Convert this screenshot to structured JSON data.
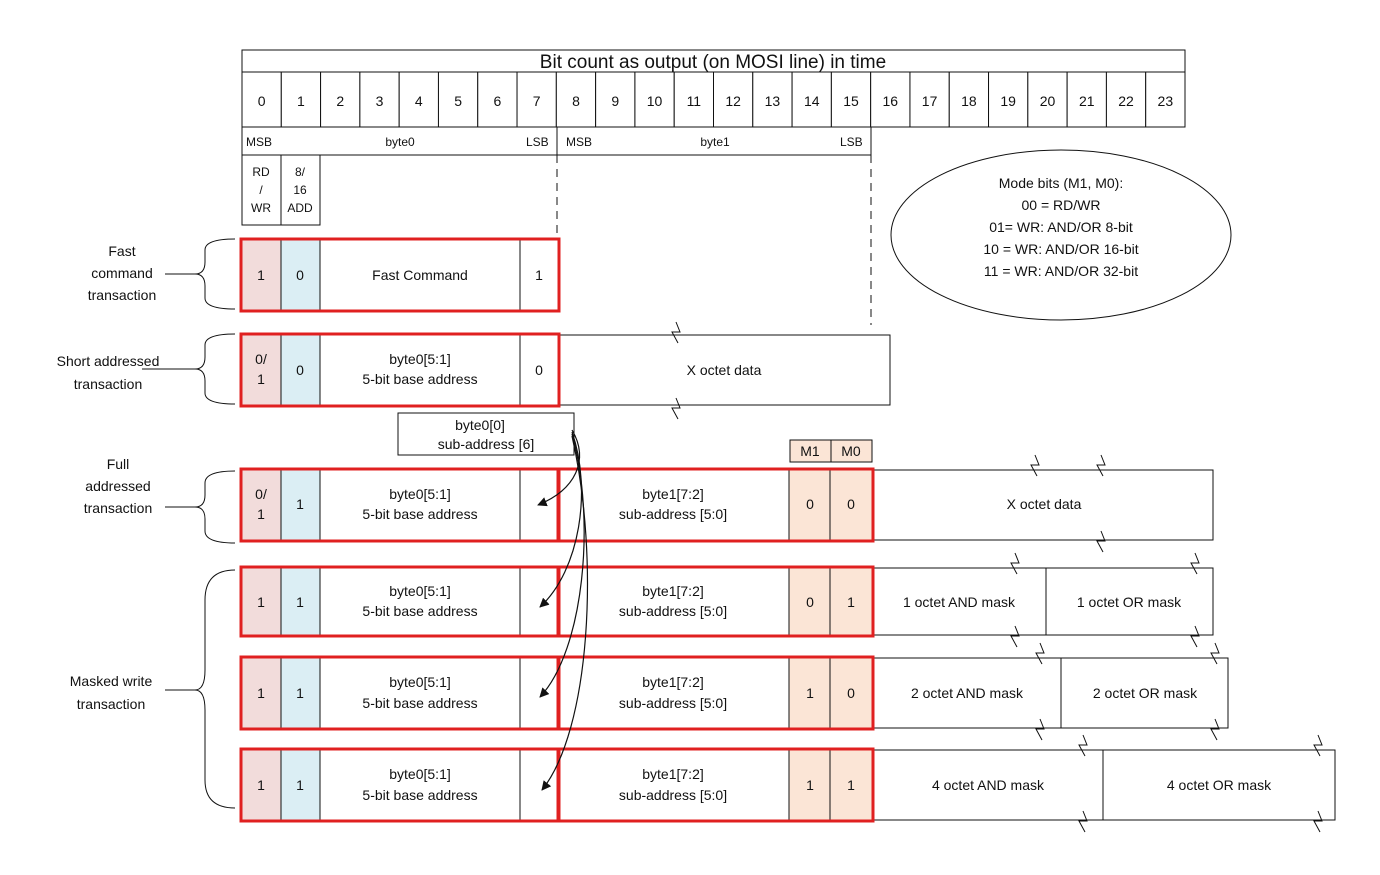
{
  "header": {
    "title": "Bit count as output (on MOSI line) in time",
    "bits": [
      "0",
      "1",
      "2",
      "3",
      "4",
      "5",
      "6",
      "7",
      "8",
      "9",
      "10",
      "11",
      "12",
      "13",
      "14",
      "15",
      "16",
      "17",
      "18",
      "19",
      "20",
      "21",
      "22",
      "23"
    ]
  },
  "byte_row": {
    "msb0": "MSB",
    "byte0": "byte0",
    "lsb0": "LSB",
    "msb1": "MSB",
    "byte1": "byte1",
    "lsb1": "LSB"
  },
  "bit_labels": {
    "rdwr": [
      "RD",
      "/",
      "WR"
    ],
    "addr_mode": [
      "8/",
      "16",
      "ADD"
    ]
  },
  "mode_bits": {
    "title": "Mode bits (M1, M0):",
    "lines": [
      "00 = RD/WR",
      "01= WR: AND/OR   8-bit",
      "10 = WR: AND/OR 16-bit",
      "11 = WR: AND/OR 32-bit"
    ]
  },
  "groups": {
    "fast": [
      "Fast",
      "command",
      "transaction"
    ],
    "short": [
      "Short addressed",
      "transaction"
    ],
    "full": [
      "Full",
      "addressed",
      "transaction"
    ],
    "masked": [
      "Masked write",
      "transaction"
    ]
  },
  "subaddr_callout": [
    "byte0[0]",
    "sub-address [6]"
  ],
  "m_labels": [
    "M1",
    "M0"
  ],
  "rows": {
    "fast": {
      "b0": "1",
      "b1": "0",
      "cmd": "Fast Command",
      "b7": "1"
    },
    "short": {
      "b0": [
        "0/",
        "1"
      ],
      "b1": "0",
      "addr": [
        "byte0[5:1]",
        "5-bit base address"
      ],
      "b7": "0",
      "data": "X octet data"
    },
    "full": {
      "b0": [
        "0/",
        "1"
      ],
      "b1": "1",
      "addr": [
        "byte0[5:1]",
        "5-bit base address"
      ],
      "sub": [
        "byte1[7:2]",
        "sub-address [5:0]"
      ],
      "m1": "0",
      "m0": "0",
      "data": "X octet data"
    },
    "masked1": {
      "b0": "1",
      "b1": "1",
      "addr": [
        "byte0[5:1]",
        "5-bit base address"
      ],
      "sub": [
        "byte1[7:2]",
        "sub-address [5:0]"
      ],
      "m1": "0",
      "m0": "1",
      "and": "1 octet AND mask",
      "or": "1 octet OR mask"
    },
    "masked2": {
      "b0": "1",
      "b1": "1",
      "addr": [
        "byte0[5:1]",
        "5-bit base address"
      ],
      "sub": [
        "byte1[7:2]",
        "sub-address [5:0]"
      ],
      "m1": "1",
      "m0": "0",
      "and": "2 octet AND mask",
      "or": "2 octet OR mask"
    },
    "masked4": {
      "b0": "1",
      "b1": "1",
      "addr": [
        "byte0[5:1]",
        "5-bit base address"
      ],
      "sub": [
        "byte1[7:2]",
        "sub-address [5:0]"
      ],
      "m1": "1",
      "m0": "1",
      "and": "4 octet AND mask",
      "or": "4 octet OR mask"
    }
  },
  "colors": {
    "bit0_fill": "#f2dcdb",
    "bit1_fill": "#dbeef4",
    "mode_fill": "#fbe5d6",
    "frame_red": "#e02020"
  }
}
